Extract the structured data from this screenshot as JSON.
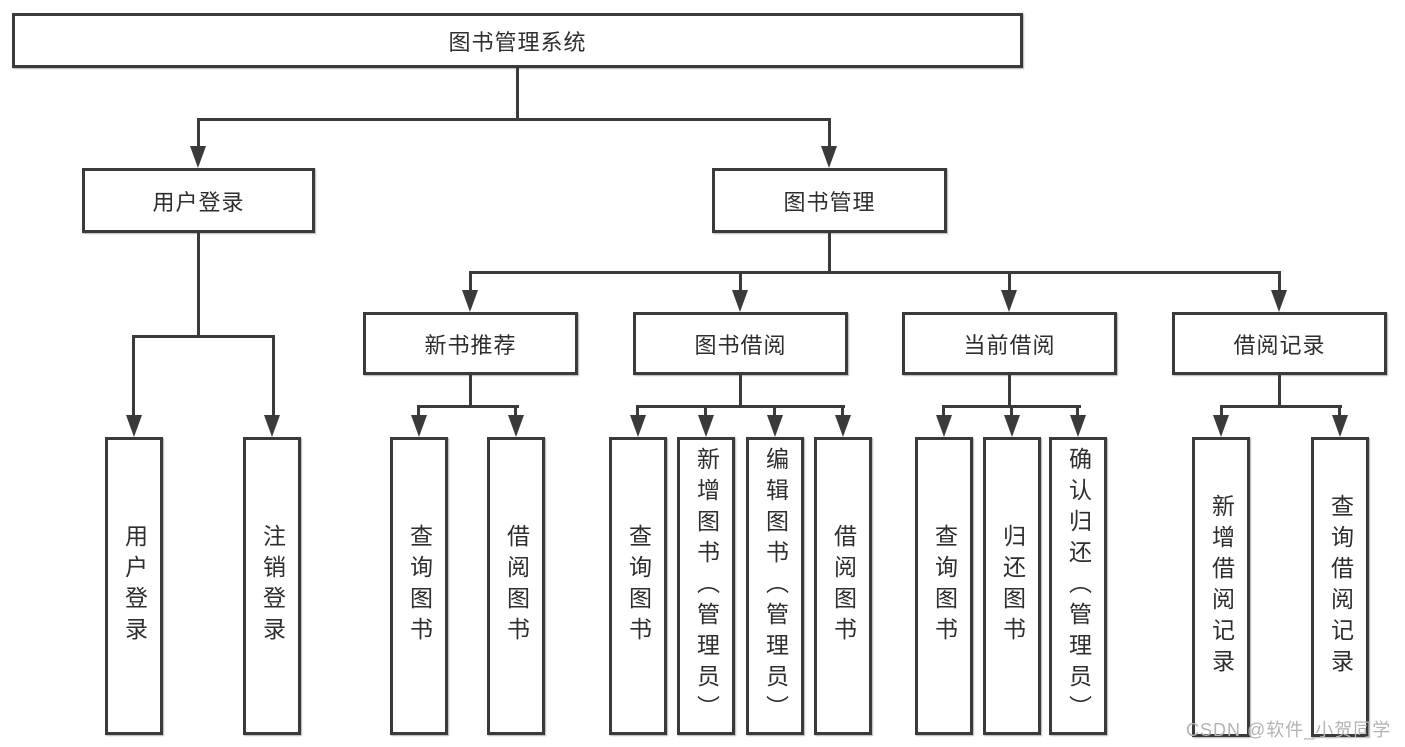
{
  "colors": {
    "line": "#3a3a3a",
    "text": "#2e2e2e",
    "background": "#ffffff",
    "watermark": "#b3b3b3"
  },
  "watermark": {
    "text": "CSDN @软件_小贺同学"
  },
  "tree": {
    "label": "图书管理系统",
    "children": [
      {
        "label": "用户登录",
        "children": [
          {
            "label": "用户登录"
          },
          {
            "label": "注销登录"
          }
        ]
      },
      {
        "label": "图书管理",
        "children": [
          {
            "label": "新书推荐",
            "children": [
              {
                "label": "查询图书"
              },
              {
                "label": "借阅图书"
              }
            ]
          },
          {
            "label": "图书借阅",
            "children": [
              {
                "label": "查询图书"
              },
              {
                "label": "新增图书（管理员）"
              },
              {
                "label": "编辑图书（管理员）"
              },
              {
                "label": "借阅图书"
              }
            ]
          },
          {
            "label": "当前借阅",
            "children": [
              {
                "label": "查询图书"
              },
              {
                "label": "归还图书"
              },
              {
                "label": "确认归还（管理员）"
              }
            ]
          },
          {
            "label": "借阅记录",
            "children": [
              {
                "label": "新增借阅记录"
              },
              {
                "label": "查询借阅记录"
              }
            ]
          }
        ]
      }
    ]
  }
}
